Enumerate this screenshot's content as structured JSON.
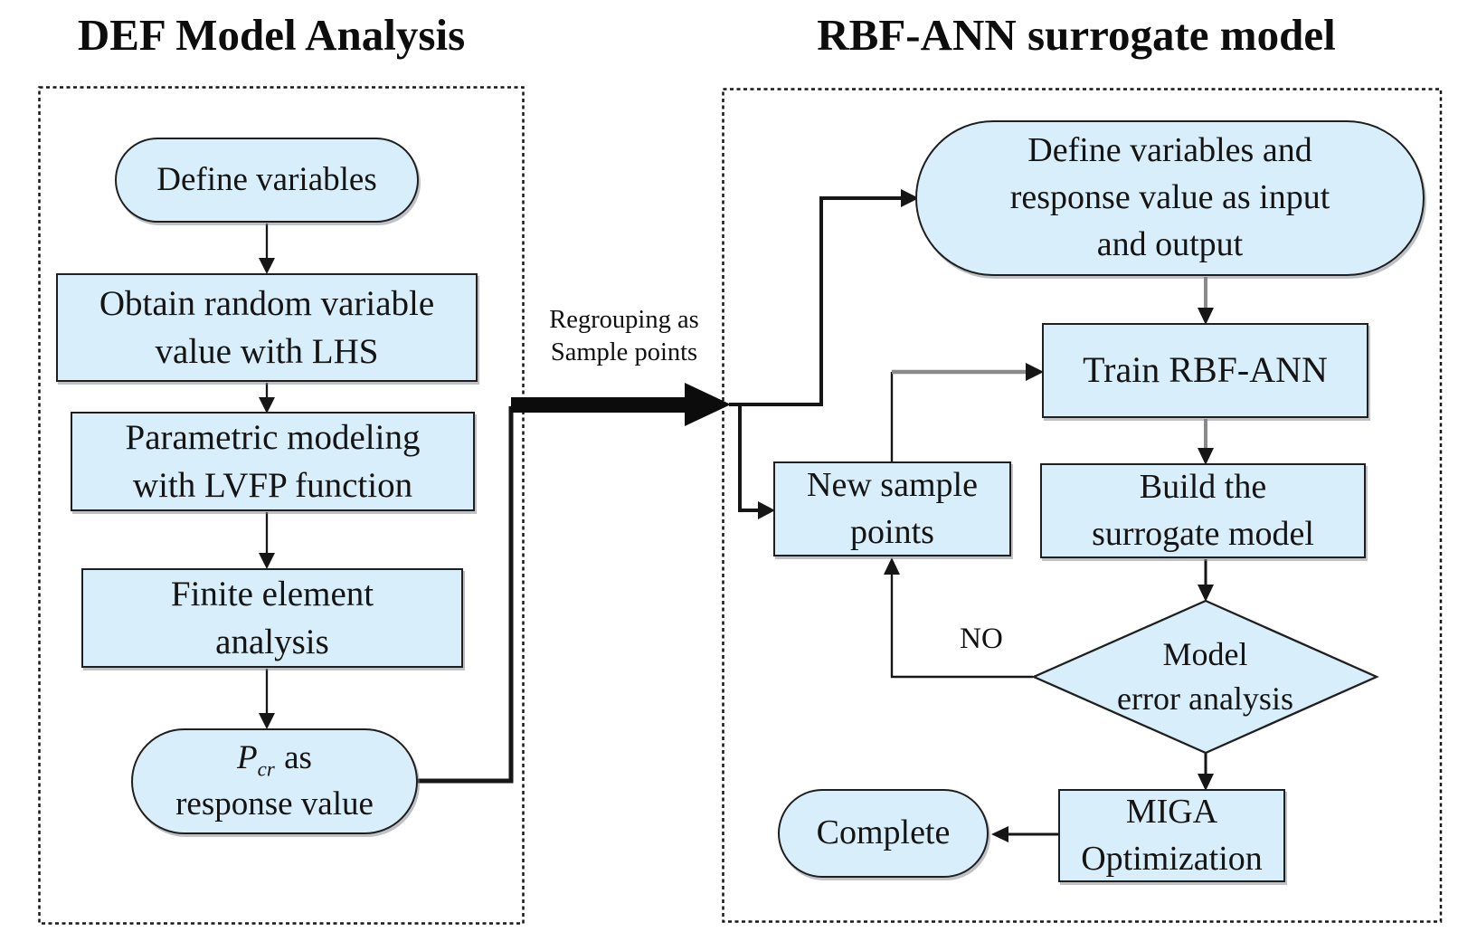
{
  "colors": {
    "node_fill": "#d8eefa",
    "node_border": "#1f1f1f",
    "line_dark": "#161616",
    "line_gray": "#8a8a8a",
    "shadow": "rgba(125,132,140,0.5)"
  },
  "titles": {
    "left": "DEF Model Analysis",
    "right": "RBF-ANN surrogate model"
  },
  "left_panel": {
    "define_variables": {
      "label": "Define variables"
    },
    "obtain_lhs": {
      "line1": "Obtain random variable",
      "line2": "value with LHS"
    },
    "parametric": {
      "line1": "Parametric modeling",
      "line2": "with LVFP function"
    },
    "finite_element": {
      "line1": "Finite element",
      "line2": "analysis"
    },
    "pcr": {
      "symbol": "P",
      "subscript": "cr",
      "suffix": "as",
      "line2": "response value"
    }
  },
  "connector": {
    "label_line1": "Regrouping as",
    "label_line2": "Sample points"
  },
  "right_panel": {
    "define_io": {
      "line1": "Define variables and",
      "line2": "response value as input",
      "line3": "and output"
    },
    "train": {
      "label": "Train RBF-ANN"
    },
    "new_samples": {
      "line1": "New sample",
      "line2": "points"
    },
    "build": {
      "line1": "Build the",
      "line2": "surrogate model"
    },
    "error_analysis": {
      "line1": "Model",
      "line2": "error analysis"
    },
    "no_label": "NO",
    "miga": {
      "line1": "MIGA",
      "line2": "Optimization"
    },
    "complete": {
      "label": "Complete"
    }
  }
}
